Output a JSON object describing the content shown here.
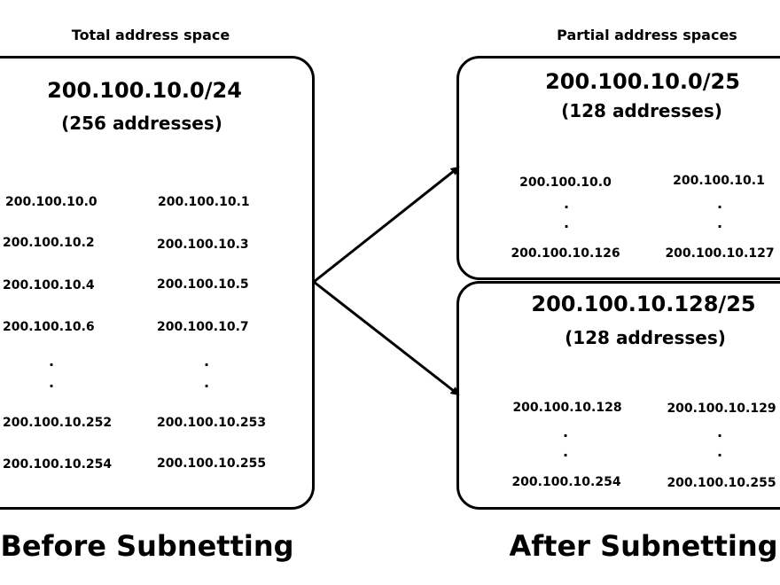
{
  "left": {
    "header": "Total address space",
    "cidr": "200.100.10.0/24",
    "count": "(256 addresses)",
    "col1": [
      "200.100.10.0",
      "200.100.10.2",
      "200.100.10.4",
      "200.100.10.6",
      "200.100.10.252",
      "200.100.10.254"
    ],
    "col2": [
      "200.100.10.1",
      "200.100.10.3",
      "200.100.10.5",
      "200.100.10.7",
      "200.100.10.253",
      "200.100.10.255"
    ],
    "ellipsis": "."
  },
  "right": {
    "header": "Partial address spaces",
    "top": {
      "cidr": "200.100.10.0/25",
      "count": "(128 addresses)",
      "col1_first": "200.100.10.0",
      "col1_last": "200.100.10.126",
      "col2_first": "200.100.10.1",
      "col2_last": "200.100.10.127"
    },
    "bottom": {
      "cidr": "200.100.10.128/25",
      "count": "(128 addresses)",
      "col1_first": "200.100.10.128",
      "col1_last": "200.100.10.254",
      "col2_first": "200.100.10.129",
      "col2_last": "200.100.10.255"
    },
    "ellipsis": "."
  },
  "footer": {
    "before": "Before Subnetting",
    "after": "After Subnetting"
  },
  "colors": {
    "line": "#000000",
    "background": "#ffffff"
  }
}
